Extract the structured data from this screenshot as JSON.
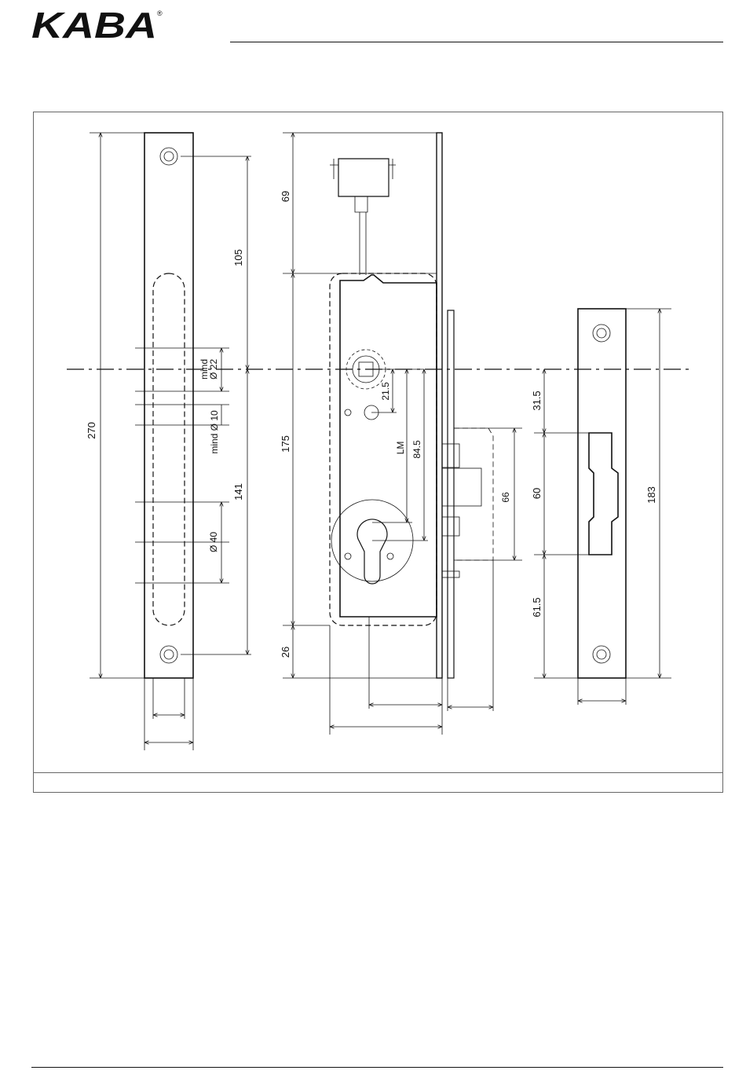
{
  "brand": {
    "name": "KABA",
    "registered_mark": "®"
  },
  "dimensions": {
    "faceplate_height": "270",
    "top_to_spindle": "105",
    "spindle_to_bottom_screw": "141",
    "spindle_hole": [
      "mind",
      "Ø 22"
    ],
    "small_hole": "mind Ø 10",
    "cylinder_hole": "Ø 40",
    "top_offset": "69",
    "case_height": "175",
    "bottom_offset": "26",
    "spindle_to_small_hole": "21.5",
    "lm_label": "LM",
    "spindle_to_cylinder": "84.5",
    "latch_height": "66",
    "strike_top_to_opening": "31.5",
    "strike_opening": "60",
    "strike_bottom": "61.5",
    "strike_height": "183"
  }
}
